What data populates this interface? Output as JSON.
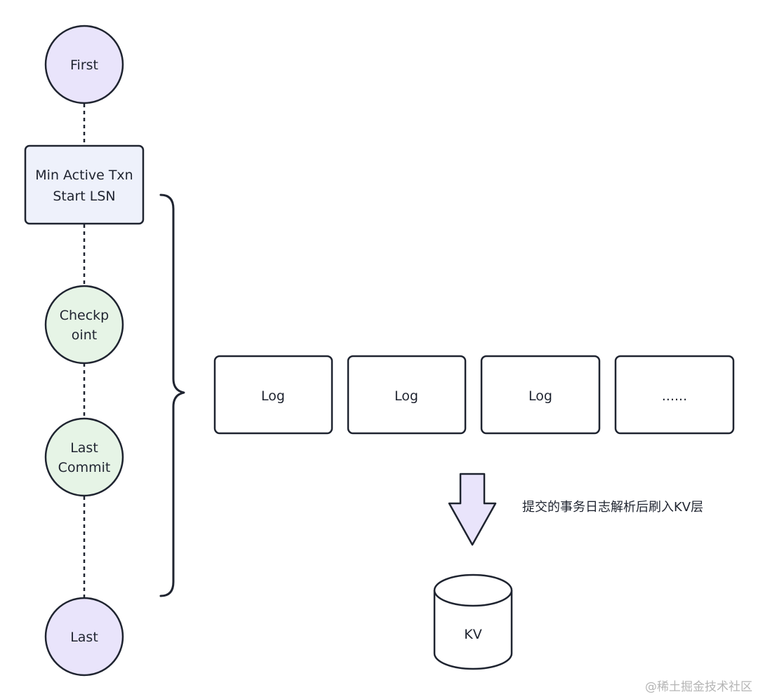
{
  "timeline": {
    "first": "First",
    "min_active": {
      "line1": "Min Active Txn",
      "line2": "Start LSN"
    },
    "checkpoint": {
      "line1": "Checkp",
      "line2": "oint"
    },
    "last_commit": {
      "line1": "Last",
      "line2": "Commit"
    },
    "last": "Last"
  },
  "logs": {
    "items": [
      "Log",
      "Log",
      "Log",
      "......"
    ]
  },
  "flow": {
    "caption": "提交的事务日志解析后刷入KV层"
  },
  "kv": {
    "label": "KV"
  },
  "watermark": "@稀土掘金技术社区",
  "colors": {
    "purple_node": "#e9e4fb",
    "green_node": "#e6f4e6",
    "blue_box": "#eef1fb",
    "stroke": "#1f2430",
    "arrow_fill": "#e9e4fb"
  }
}
